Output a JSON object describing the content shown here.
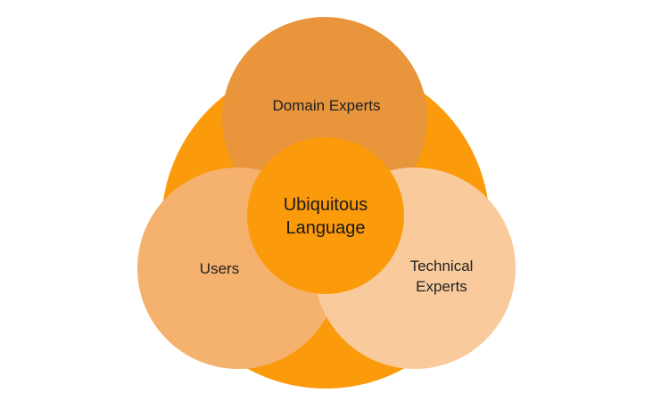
{
  "diagram": {
    "center": {
      "line1": "Ubiquitous",
      "line2": "Language"
    },
    "top": {
      "label": "Domain Experts"
    },
    "left": {
      "label": "Users"
    },
    "right": {
      "line1": "Technical",
      "line2": "Experts"
    }
  },
  "colors": {
    "outer": "#fb9a0b",
    "top": "#e8953c",
    "left": "#f5b16e",
    "right": "#f9cb9c",
    "center": "#fb9a0b"
  }
}
